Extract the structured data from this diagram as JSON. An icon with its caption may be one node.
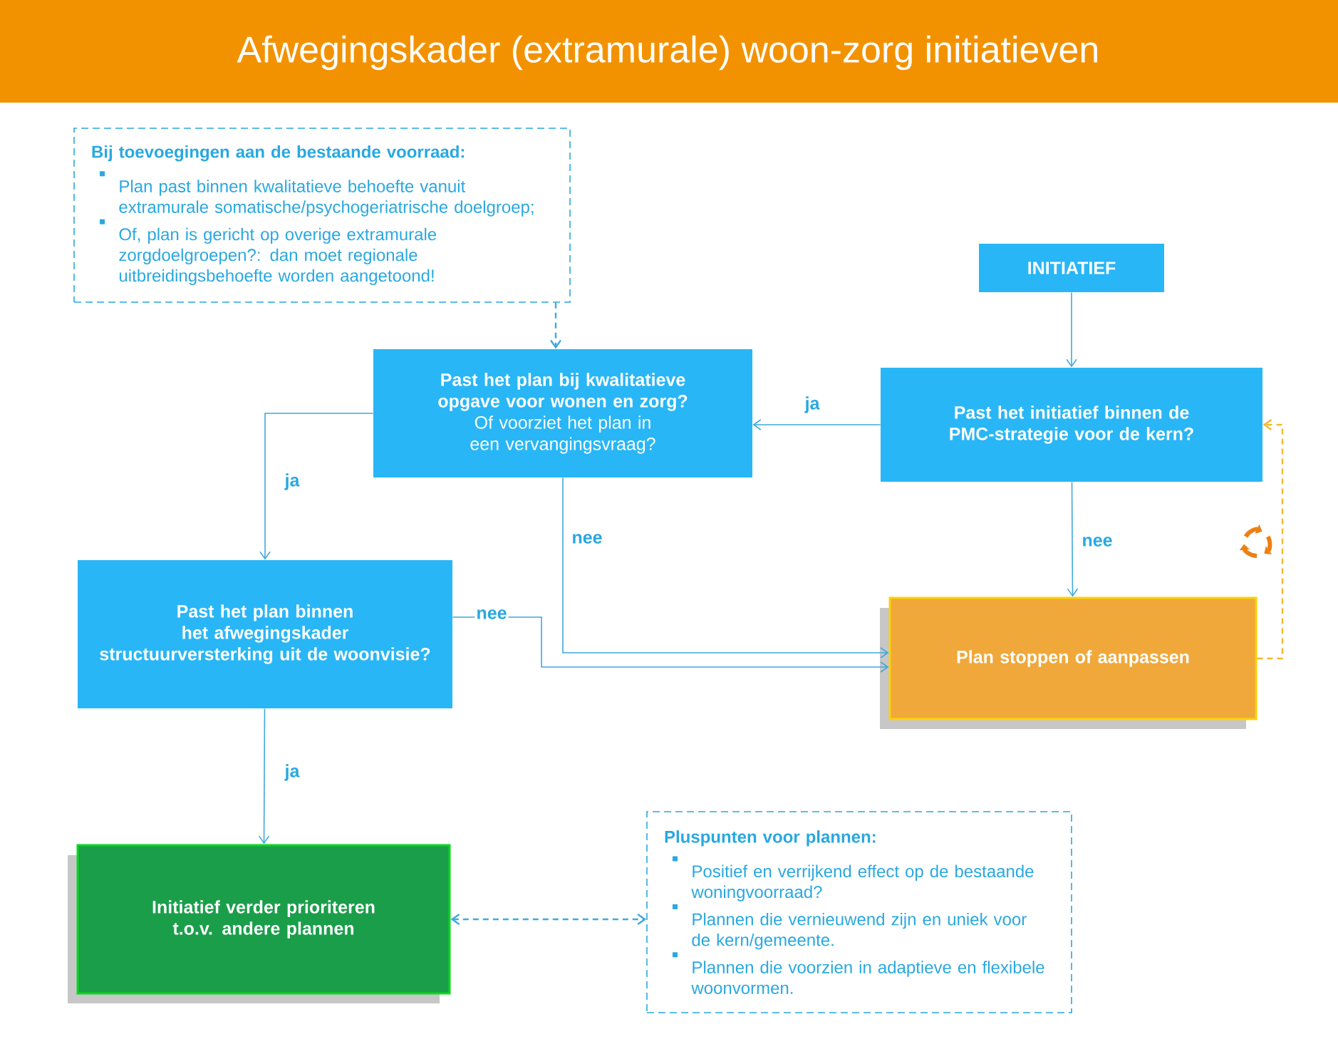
{
  "diagram": {
    "title": "Afwegingskader (extramurale) woon-zorg initiatieven",
    "nodes": [
      {
        "text": [
          "Bij toevoegingen aan de bestaande voorraad:",
          "Plan past binnen kwalitatieve behoefte vanuit extramurale somatische/psychogeriatrische doelgroep;",
          "Of, plan is gericht op overige extramurale zorgdoelgroepen?: dan moet regionale uitbreidingsbehoefte worden aangetoond!"
        ]
      },
      {
        "text": [
          "INITIATIEF"
        ]
      },
      {
        "text": [
          "Past het plan bij kwalitatieve opgave voor wonen en zorg?",
          "Of voorziet het plan in een vervangingsvraag?"
        ]
      },
      {
        "text": [
          "Past het initiatief binnen de PMC-strategie voor de kern?"
        ]
      },
      {
        "text": [
          "Past het plan binnen het afwegingskader structuurversterking uit de woonvisie?"
        ]
      },
      {
        "text": [
          "Plan stoppen of aanpassen"
        ]
      },
      {
        "text": [
          "Initiatief verder prioriteren t.o.v. andere plannen"
        ]
      },
      {
        "text": [
          "Pluspunten voor plannen:",
          "Positief en verrijkend effect op de bestaande woningvoorraad?",
          "Plannen die vernieuwend zijn en uniek voor de kern/gemeente.",
          "Plannen die voorzien in adaptieve en flexibele woonvormen."
        ]
      }
    ],
    "edges": [
      {
        "from": 0,
        "to": 2,
        "arrow": "to",
        "style": "dashed"
      },
      {
        "from": 1,
        "to": 3,
        "arrow": "to"
      },
      {
        "from": 3,
        "to": 2,
        "arrow": "to",
        "label": "ja"
      },
      {
        "from": 3,
        "to": 5,
        "arrow": "to",
        "label": "nee"
      },
      {
        "from": 2,
        "to": 4,
        "arrow": "to",
        "label": "ja"
      },
      {
        "from": 2,
        "to": 5,
        "arrow": "to",
        "label": "nee"
      },
      {
        "from": 4,
        "to": 5,
        "arrow": "to",
        "label": "nee"
      },
      {
        "from": 4,
        "to": 6,
        "arrow": "to",
        "label": "ja"
      },
      {
        "from": 5,
        "to": 3,
        "arrow": "to",
        "style": "dashed",
        "color": "#f5b82e"
      },
      {
        "from": 6,
        "to": 7,
        "arrow": "both",
        "style": "dashed"
      }
    ]
  }
}
